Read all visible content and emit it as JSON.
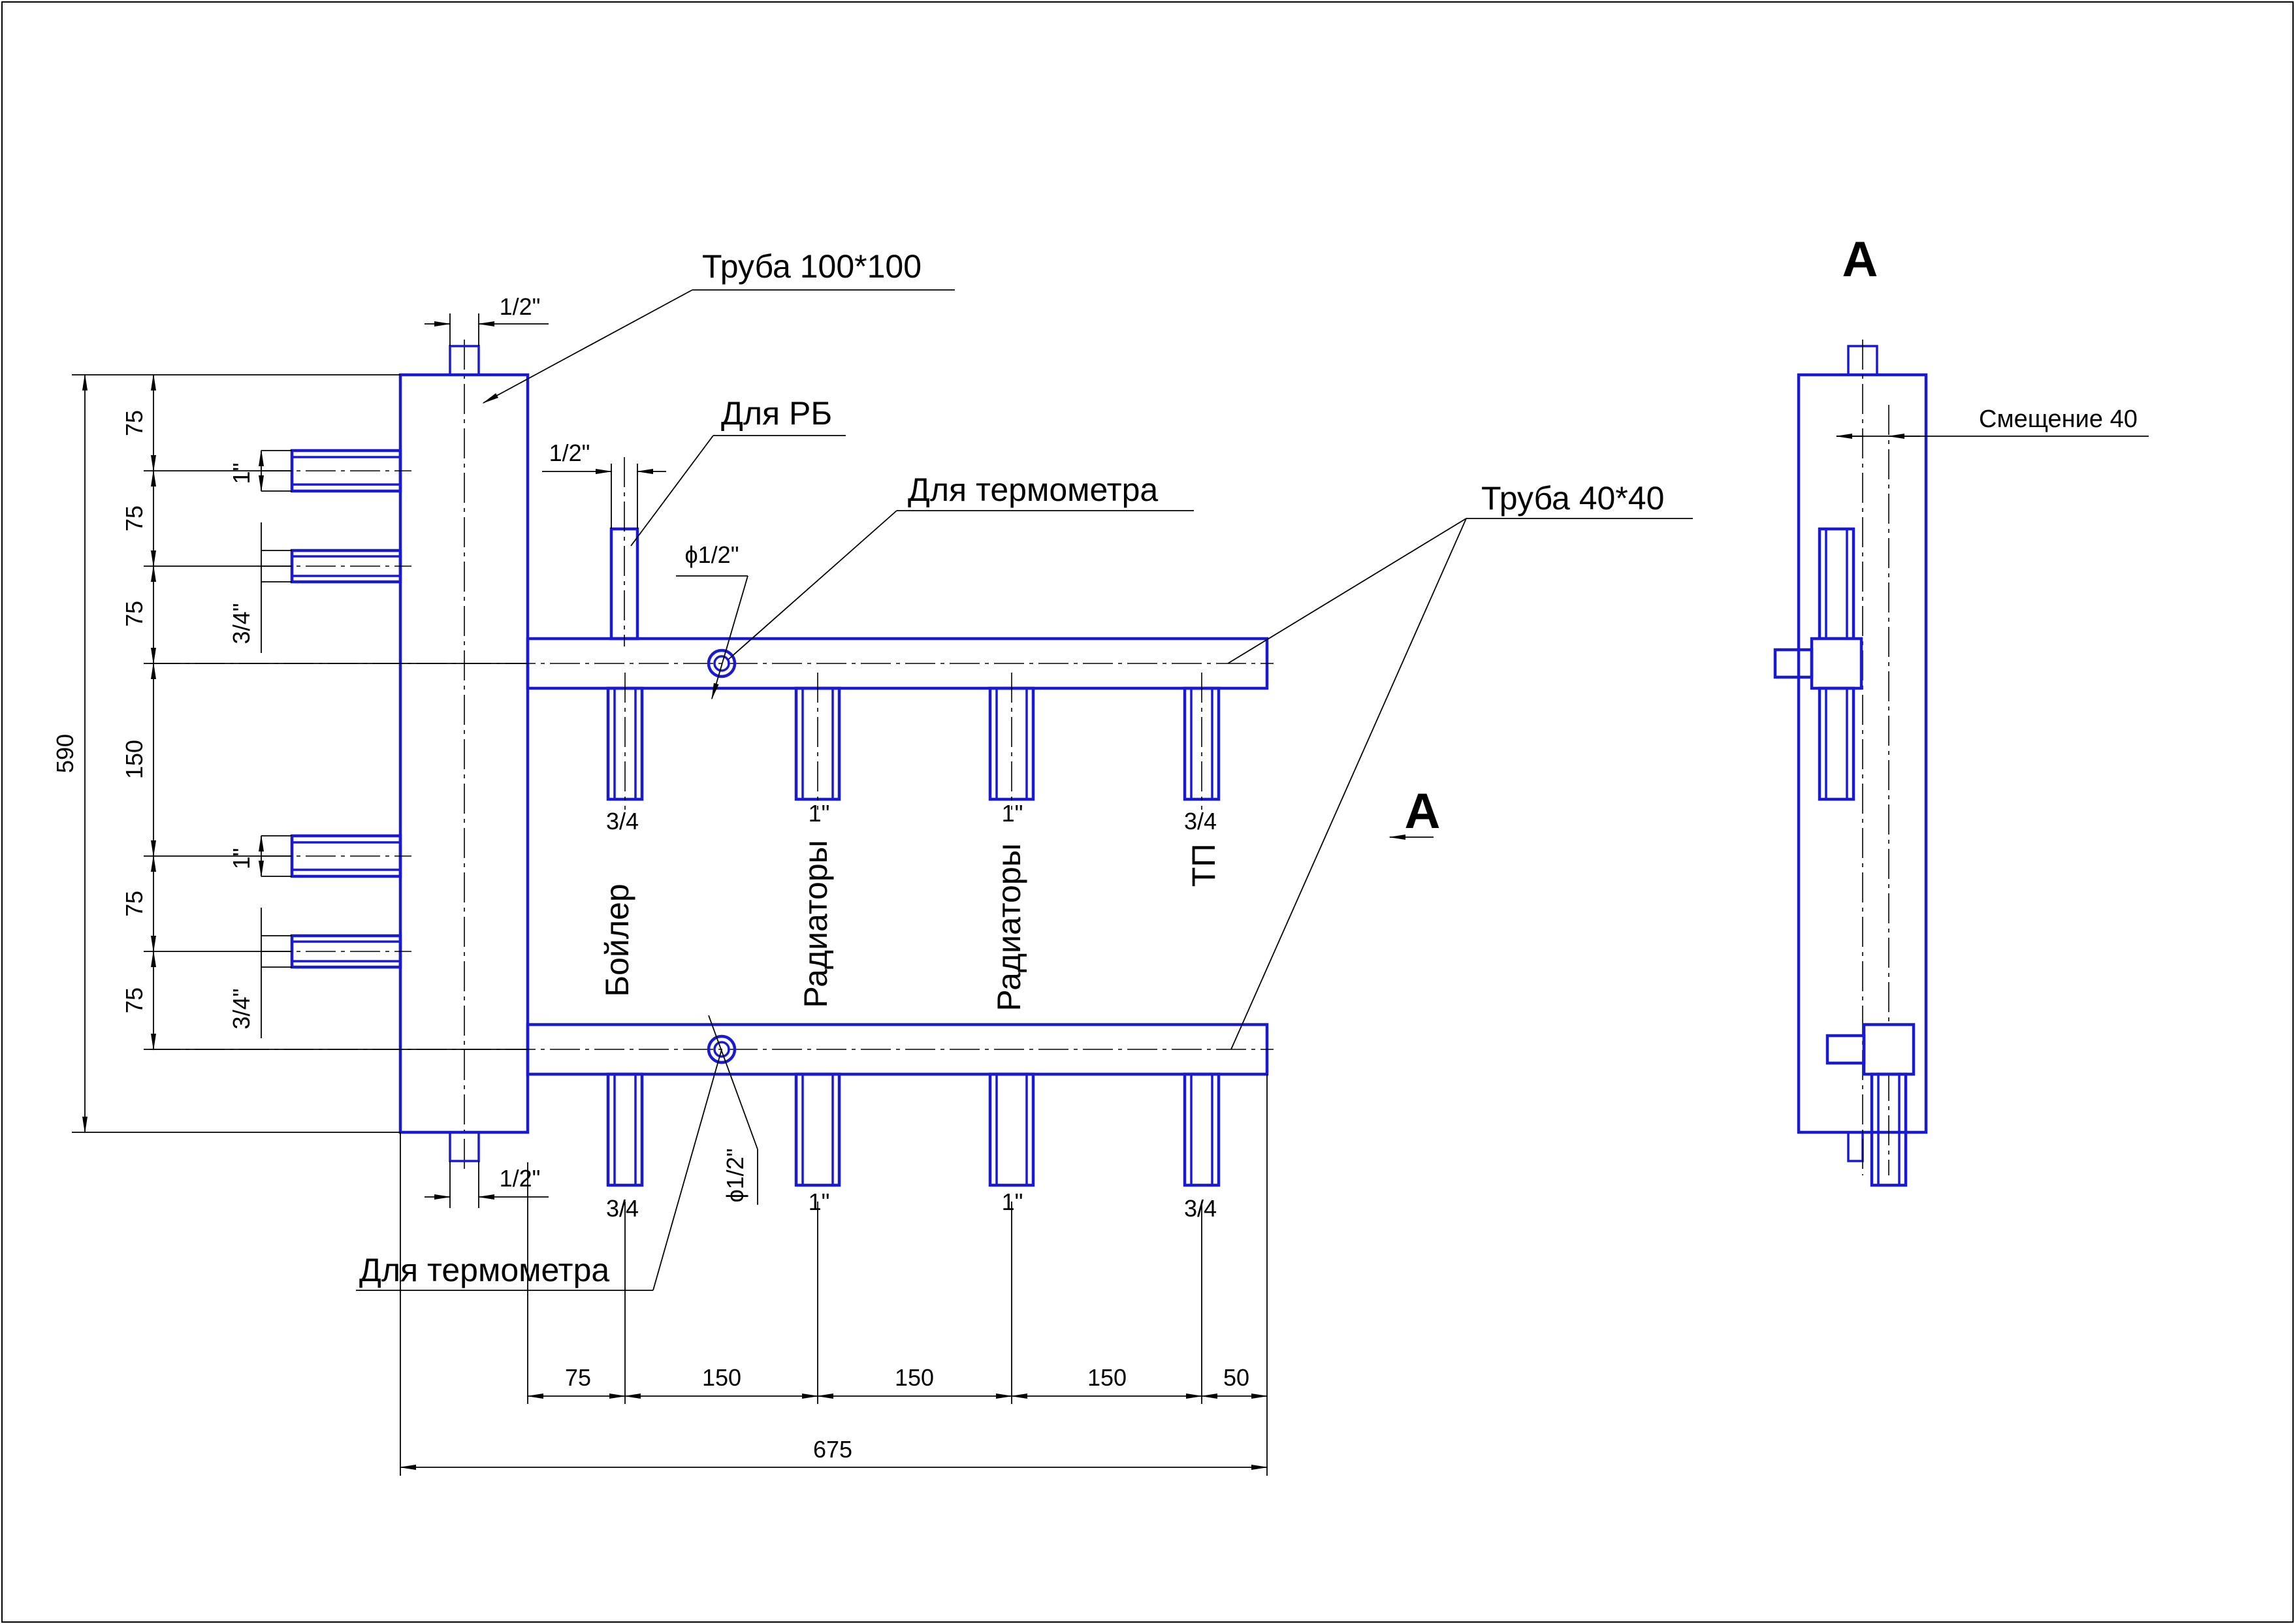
{
  "labels": {
    "tube_main": "Труба 100*100",
    "tube_branch": "Труба 40*40",
    "for_rb": "Для РБ",
    "for_thermometer_top": "Для термометра",
    "for_thermometer_bottom": "Для термометра",
    "section_mark": "А",
    "view_title": "А",
    "offset": "Смещение 40",
    "boiler": "Бойлер",
    "radiators_1": "Радиаторы",
    "radiators_2": "Радиаторы",
    "tp": "ТП"
  },
  "dims": {
    "top_half": "1/2\"",
    "bottom_half": "1/2\"",
    "rb_half": "1/2\"",
    "phi_top": "ϕ1/2\"",
    "phi_bottom": "ϕ1/2\"",
    "left_total": "590",
    "left_segments": [
      "75",
      "75",
      "75",
      "150",
      "75",
      "75"
    ],
    "left_sizes": [
      "1\"",
      "3/4\"",
      "1\"",
      "3/4\""
    ],
    "outlet_sizes_top": [
      "3/4",
      "1\"",
      "1\"",
      "3/4"
    ],
    "outlet_sizes_bottom": [
      "3/4",
      "1\"",
      "1\"",
      "3/4"
    ],
    "bottom_segments": [
      "75",
      "150",
      "150",
      "150",
      "50"
    ],
    "bottom_total": "675"
  },
  "colors": {
    "object": "#1a1ad6",
    "lines": "#000000"
  }
}
